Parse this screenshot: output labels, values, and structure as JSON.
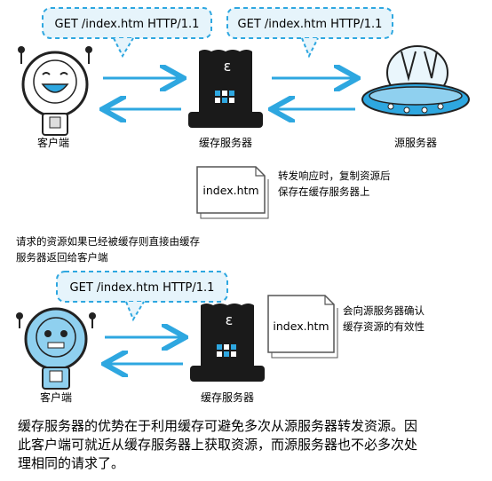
{
  "diagram": {
    "top": {
      "request_bubble_left": "GET /index.htm HTTP/1.1",
      "request_bubble_right": "GET /index.htm HTTP/1.1",
      "client_label": "客户端",
      "cache_label": "缓存服务器",
      "origin_label": "源服务器",
      "document_name": "index.htm",
      "note_lines": [
        "转发响应时，复制资源后",
        "保存在缓存服务器上"
      ]
    },
    "bottom": {
      "heading_lines": [
        "请求的资源如果已经被缓存则直接由缓存",
        "服务器返回给客户端"
      ],
      "request_bubble": "GET /index.htm HTTP/1.1",
      "client_label": "客户端",
      "cache_label": "缓存服务器",
      "document_name": "index.htm",
      "note_lines": [
        "会向源服务器确认",
        "缓存资源的有效性"
      ]
    },
    "caption_lines": [
      "缓存服务器的优势在于利用缓存可避免多次从源服务器转发资源。因",
      "此客户端可就近从缓存服务器上获取资源，而源服务器也不必多次处",
      "理相同的请求了。"
    ]
  },
  "colors": {
    "accent_blue": "#2ea7e0",
    "bubble_fill": "#e6f4fb",
    "hat_black": "#1a1a1a"
  }
}
